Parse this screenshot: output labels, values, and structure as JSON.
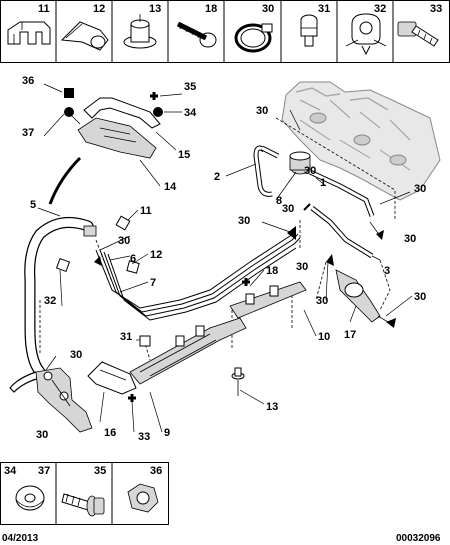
{
  "top_legend": [
    {
      "num": "11",
      "icon": "push-clip-icon"
    },
    {
      "num": "12",
      "icon": "hose-clip-icon"
    },
    {
      "num": "13",
      "icon": "push-fastener-icon"
    },
    {
      "num": "18",
      "icon": "screw-icon"
    },
    {
      "num": "30",
      "icon": "hose-clamp-icon"
    },
    {
      "num": "31",
      "icon": "plug-icon"
    },
    {
      "num": "32",
      "icon": "clip-icon"
    },
    {
      "num": "33",
      "icon": "bolt-icon"
    }
  ],
  "bottom_legend": [
    {
      "num": "34",
      "num2": "37",
      "icon": "washer-icon"
    },
    {
      "num": "35",
      "icon": "flanged-bolt-icon"
    },
    {
      "num": "36",
      "icon": "nut-icon"
    }
  ],
  "callouts": {
    "c36": "36",
    "c37": "37",
    "c35": "35",
    "c34": "34",
    "c15": "15",
    "c14": "14",
    "c5": "5",
    "c11": "11",
    "c30a": "30",
    "c6": "6",
    "c12": "12",
    "c7": "7",
    "c32": "32",
    "c30b": "30",
    "c30c": "30",
    "c31": "31",
    "c16": "16",
    "c33": "33",
    "c9": "9",
    "c13": "13",
    "c10": "10",
    "c18": "18",
    "c17": "17",
    "c30d": "30",
    "c30e": "30",
    "c3": "3",
    "c30f": "30",
    "c30g": "30",
    "c30h": "30",
    "c30i": "30",
    "c30j": "30",
    "c2": "2",
    "c8": "8",
    "c1": "1",
    "c30k": "30",
    "c30l": "30"
  },
  "footer": {
    "date": "04/2013",
    "ref": "00032096"
  }
}
